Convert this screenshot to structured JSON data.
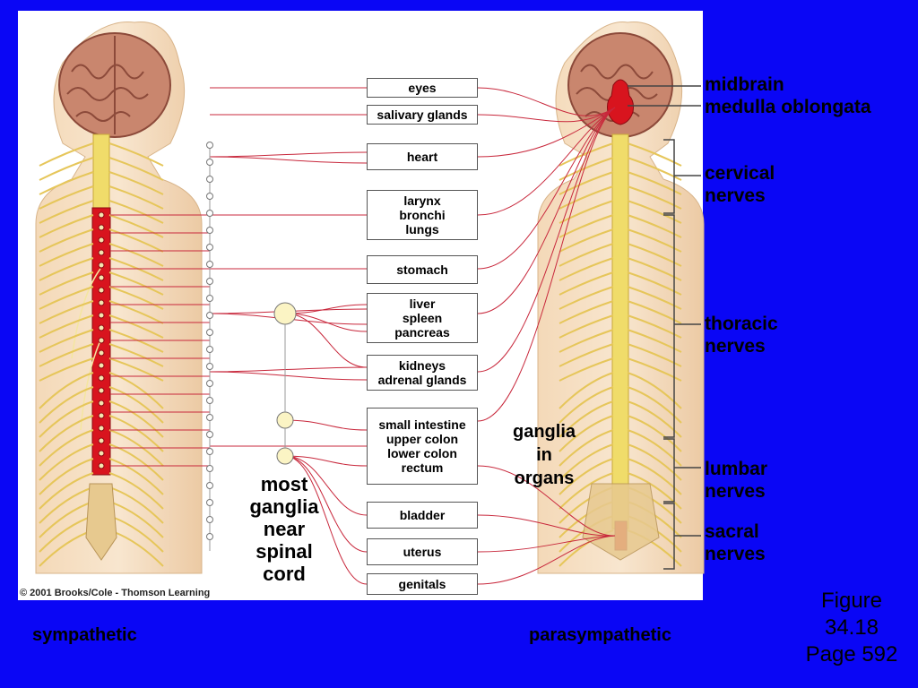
{
  "organs": {
    "eyes": "eyes",
    "salivary": "salivary glands",
    "heart": "heart",
    "larynx": [
      "larynx",
      "bronchi",
      "lungs"
    ],
    "stomach": "stomach",
    "liver": [
      "liver",
      "spleen",
      "pancreas"
    ],
    "kidneys": [
      "kidneys",
      "adrenal glands"
    ],
    "intestine": [
      "small intestine",
      "upper colon",
      "lower colon",
      "rectum"
    ],
    "bladder": "bladder",
    "uterus": "uterus",
    "genitals": "genitals"
  },
  "right_labels": {
    "midbrain": "midbrain",
    "medulla": "medulla oblongata",
    "cervical": [
      "cervical",
      "nerves"
    ],
    "thoracic": [
      "thoracic",
      "nerves"
    ],
    "lumbar": [
      "lumbar",
      "nerves"
    ],
    "sacral": [
      "sacral",
      "nerves"
    ]
  },
  "notes": {
    "ganglia_near": [
      "most",
      "ganglia",
      "near",
      "spinal",
      "cord"
    ],
    "ganglia_in": [
      "ganglia",
      "in",
      "organs"
    ]
  },
  "credit": "© 2001 Brooks/Cole - Thomson Learning",
  "captions": {
    "left": "sympathetic",
    "right": "parasympathetic"
  },
  "figure_ref": [
    "Figure",
    "34.18",
    "Page 592"
  ],
  "colors": {
    "background": "#0a06f5",
    "nerve_line": "#c8283c",
    "cord_red": "#d8141e",
    "nerve_yellow": "#f2e27a"
  }
}
